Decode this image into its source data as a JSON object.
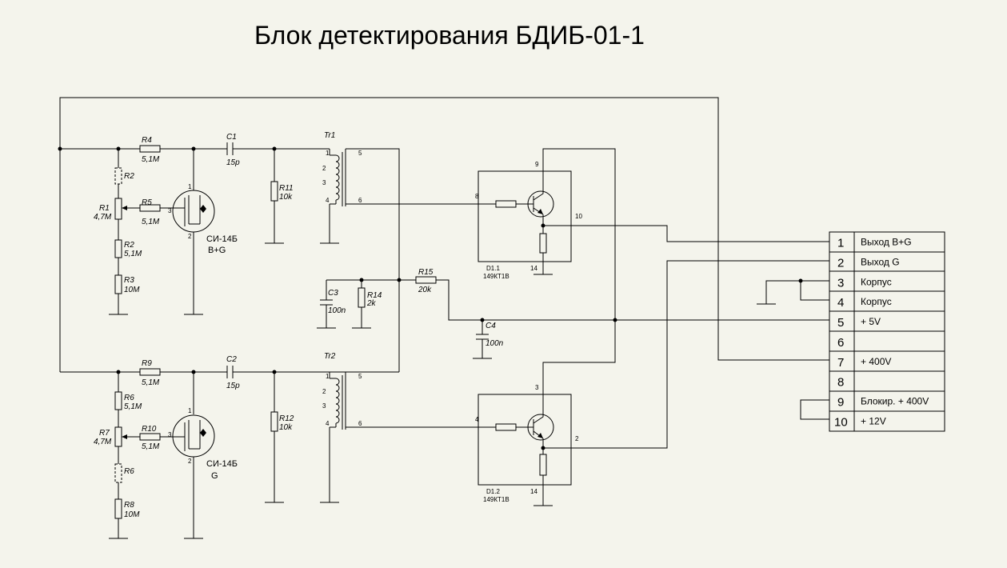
{
  "title": "Блок детектирования БДИБ-01-1",
  "components": {
    "R4": {
      "ref": "R4",
      "value": "5,1M"
    },
    "R2a": {
      "ref": "R2"
    },
    "R1": {
      "ref": "R1",
      "value": "4,7M"
    },
    "R5": {
      "ref": "R5",
      "value": "5,1M"
    },
    "R2b": {
      "ref": "R2",
      "value": "5,1M"
    },
    "R3": {
      "ref": "R3",
      "value": "10M"
    },
    "C1": {
      "ref": "C1",
      "value": "15p"
    },
    "R11": {
      "ref": "R11",
      "value": "10k"
    },
    "Tr1": {
      "ref": "Tr1"
    },
    "Tr2": {
      "ref": "Tr2"
    },
    "tube1": {
      "type": "СИ-14Б",
      "mode": "B+G"
    },
    "tube2": {
      "type": "СИ-14Б",
      "mode": "G"
    },
    "C3": {
      "ref": "C3",
      "value": "100n"
    },
    "R14": {
      "ref": "R14",
      "value": "2k"
    },
    "R15": {
      "ref": "R15",
      "value": "20k"
    },
    "C4": {
      "ref": "C4",
      "value": "100n"
    },
    "R9": {
      "ref": "R9",
      "value": "5,1M"
    },
    "R6a": {
      "ref": "R6",
      "value": "5,1M"
    },
    "R7": {
      "ref": "R7",
      "value": "4,7M"
    },
    "R10": {
      "ref": "R10",
      "value": "5,1M"
    },
    "R6b": {
      "ref": "R6"
    },
    "R8": {
      "ref": "R8",
      "value": "10M"
    },
    "C2": {
      "ref": "C2",
      "value": "15p"
    },
    "R12": {
      "ref": "R12",
      "value": "10k"
    },
    "D1_1": {
      "ref": "D1.1",
      "part": "149КТ1В"
    },
    "D1_2": {
      "ref": "D1.2",
      "part": "149КТ1В"
    }
  },
  "pins": {
    "tube_a": "1",
    "tube_g": "3",
    "tube_k": "2",
    "tr_1": "1",
    "tr_2": "2",
    "tr_3": "3",
    "tr_4": "4",
    "tr_5": "5",
    "tr_6": "6",
    "d11_in": "8",
    "d11_top": "9",
    "d11_out": "10",
    "d11_gnd": "14",
    "d12_in": "4",
    "d12_top": "3",
    "d12_out": "2",
    "d12_gnd": "14"
  },
  "connector": [
    {
      "n": "1",
      "label": "Выход B+G"
    },
    {
      "n": "2",
      "label": "Выход G"
    },
    {
      "n": "3",
      "label": "Корпус"
    },
    {
      "n": "4",
      "label": "Корпус"
    },
    {
      "n": "5",
      "label": "+ 5V"
    },
    {
      "n": "6",
      "label": ""
    },
    {
      "n": "7",
      "label": "+ 400V"
    },
    {
      "n": "8",
      "label": ""
    },
    {
      "n": "9",
      "label": "Блокир.  + 400V"
    },
    {
      "n": "10",
      "label": "+ 12V"
    }
  ]
}
